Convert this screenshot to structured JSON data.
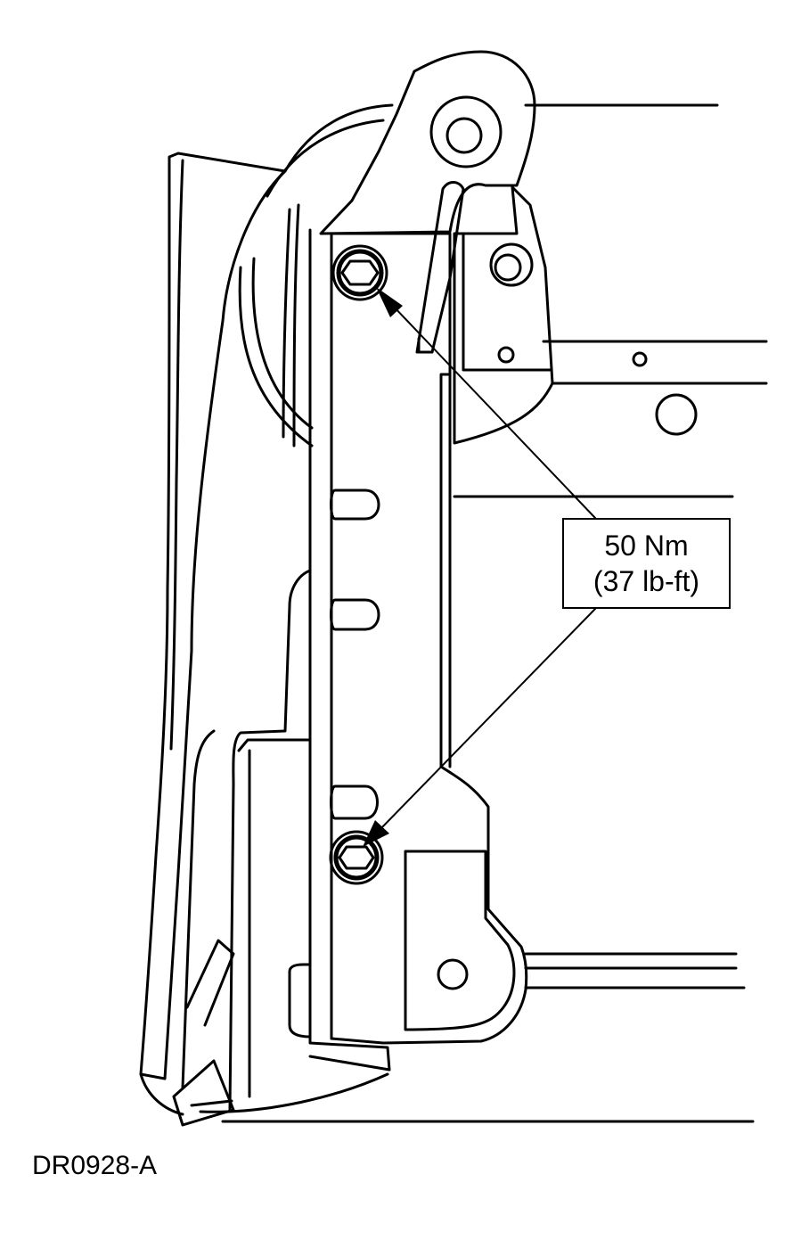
{
  "callout": {
    "torque_metric": "50 Nm",
    "torque_imperial": "(37 lb-ft)"
  },
  "figure": {
    "id": "DR0928-A"
  },
  "colors": {
    "ink": "#000000",
    "paper": "#ffffff"
  }
}
